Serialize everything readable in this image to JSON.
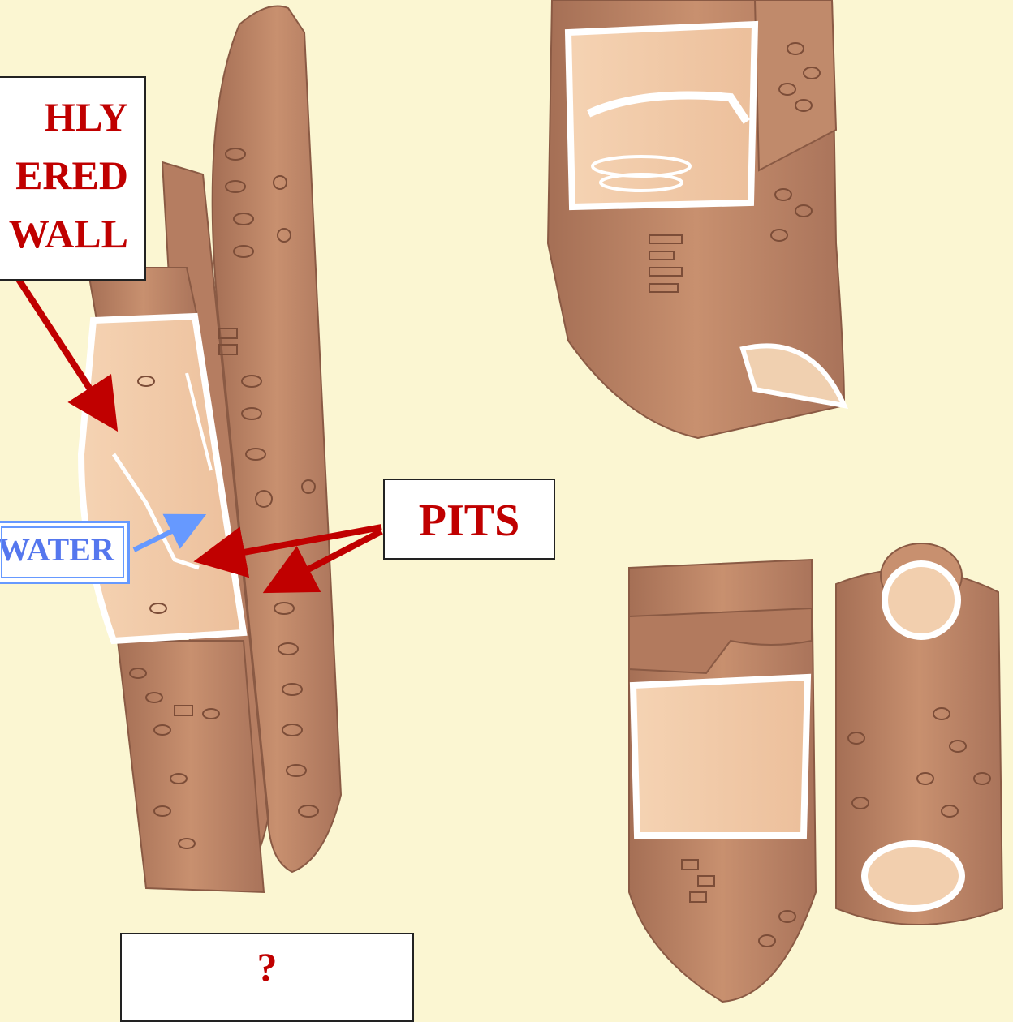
{
  "labels": {
    "lignified_wall": [
      "HLY",
      "ERED",
      "WALL"
    ],
    "pits": "PITS",
    "water": "WATER",
    "question": "?"
  },
  "colors": {
    "background": "#fbf6d2",
    "cell_wall": "#c4876a",
    "cell_wall_dark": "#9e6a52",
    "lumen": "#f2c9a6",
    "red_arrow": "#c00000",
    "blue_arrow": "#6699ff"
  },
  "icons": [
    "red-arrow",
    "blue-arrow",
    "pit-circle"
  ]
}
